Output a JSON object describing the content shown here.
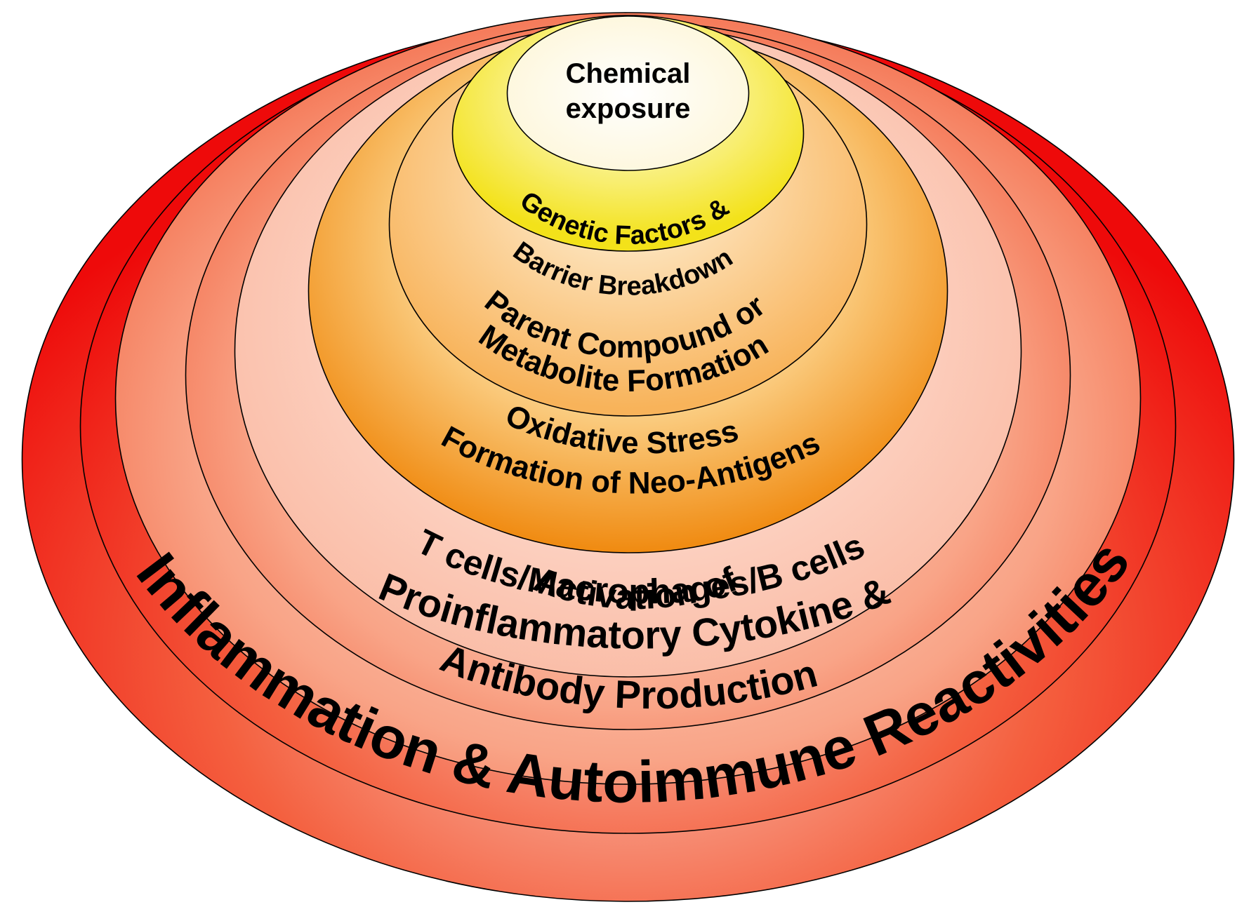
{
  "diagram": {
    "center": {
      "line1": "Chemical",
      "line2": "exposure"
    },
    "layers": [
      {
        "line1": "Genetic Factors &",
        "line2": "Barrier Breakdown"
      },
      {
        "line1": "Parent Compound or",
        "line2": "Metabolite Formation"
      },
      {
        "line1": "Oxidative Stress",
        "line2": "Formation of Neo-Antigens"
      },
      {
        "line1": "Activation of",
        "line2": "T cells/Macrophages/B cells"
      },
      {
        "line1": "Proinflammatory Cytokine &",
        "line2": "Antibody Production"
      },
      {
        "line1": "Inflammation & Autoimmune Reactivities"
      }
    ],
    "colors": {
      "outer_red": "#ee0a0a",
      "red_mid": "#f45a3a",
      "pink_light": "#fde2d6",
      "orange": "#f08a10",
      "orange_light": "#fde1b4",
      "yellow": "#f3e21a",
      "cream": "#fffbe4",
      "white": "#ffffff"
    }
  }
}
